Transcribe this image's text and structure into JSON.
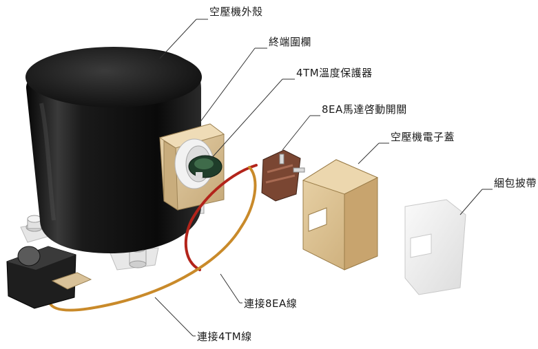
{
  "labels": {
    "housing": "空壓機外殼",
    "terminal_fence": "終端圍欄",
    "protector": "4TM溫度保護器",
    "relay": "8EA馬達啓動開關",
    "cover": "空壓機電子蓋",
    "strap": "綑包披帶",
    "wire_8ea": "連接8EA線",
    "wire_4tm": "連接4TM線"
  },
  "colors": {
    "compressor_body": "#111111",
    "terminal_fence": "#d9c299",
    "cover": "#d8bc8c",
    "relay": "#7a4632",
    "wire_red": "#b3241b",
    "wire_orange": "#c98a2a",
    "strap": "#f0f0f0"
  }
}
